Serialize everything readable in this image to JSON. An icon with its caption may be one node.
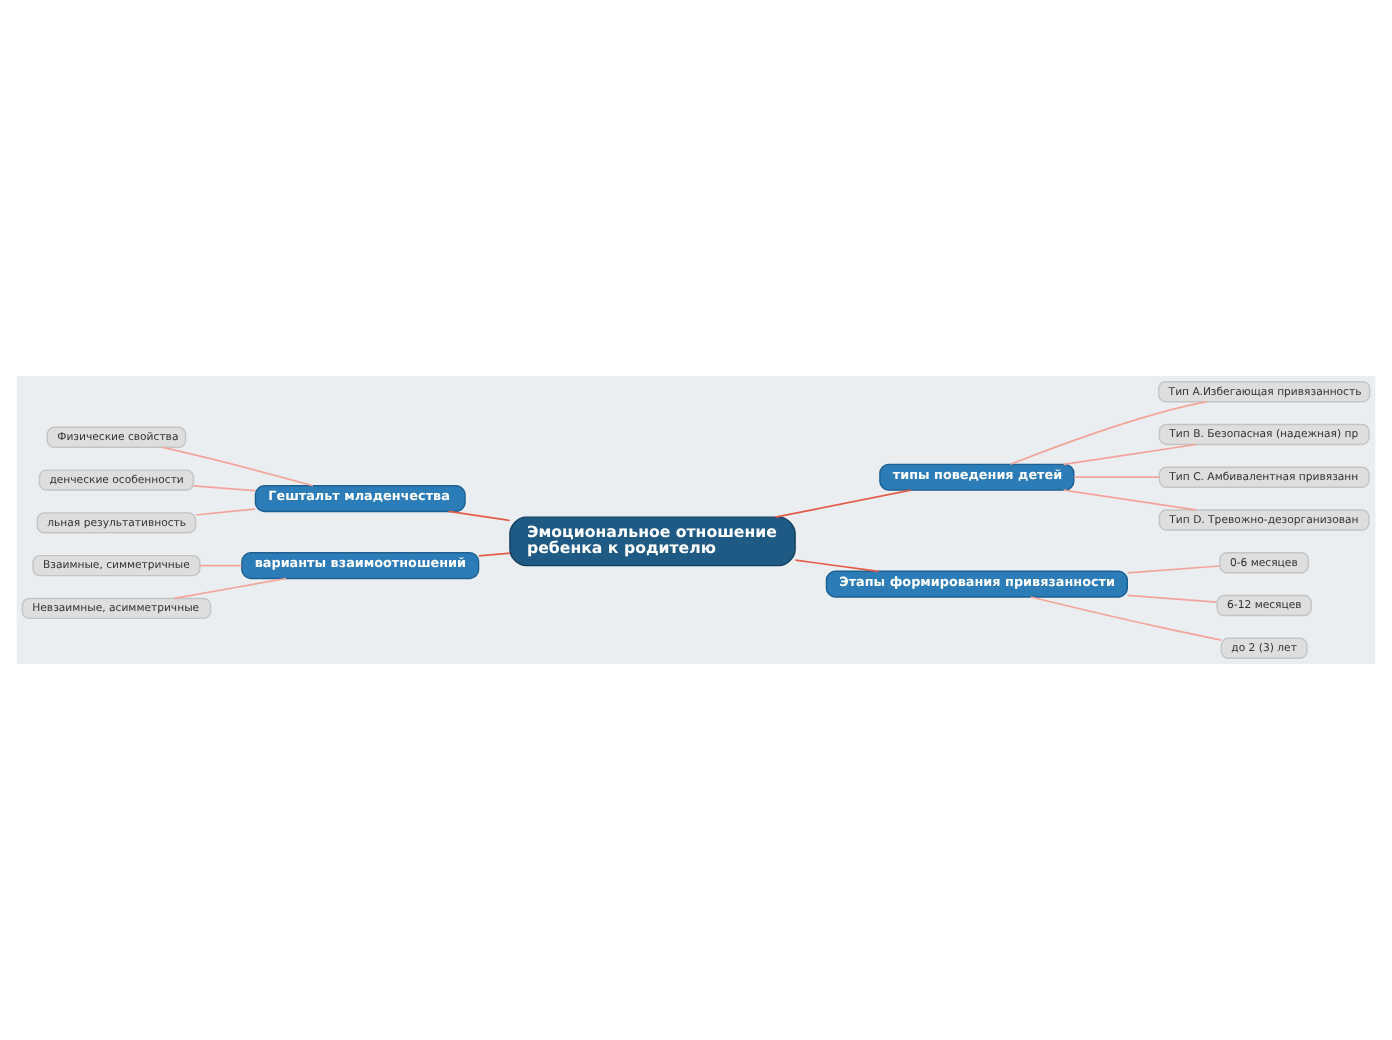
{
  "diagram": {
    "nodes": [
      {
        "text": [
          "Эмоциональное отношение ребенка к родителю"
        ]
      },
      {
        "text": [
          "Гештальт младенчества"
        ]
      },
      {
        "text": [
          "Физические свойства"
        ]
      },
      {
        "text": [
          "денческие особенности"
        ]
      },
      {
        "text": [
          "льная результативность"
        ]
      },
      {
        "text": [
          "типы поведения детей"
        ]
      },
      {
        "text": [
          "Тип A.Избегающая привязанность"
        ]
      },
      {
        "text": [
          "Тип B. Безопасная (надежная) пр"
        ]
      },
      {
        "text": [
          "Тип C. Амбивалентная привязанн"
        ]
      },
      {
        "text": [
          "Тип D. Тревожно-дезорганизован"
        ]
      },
      {
        "text": [
          "варианты взаимоотношений"
        ]
      },
      {
        "text": [
          "Взаимные, симметричные"
        ]
      },
      {
        "text": [
          "Невзаимные, асимметричные"
        ]
      },
      {
        "text": [
          "Этапы формирования привязанности"
        ]
      },
      {
        "text": [
          "0-6 месяцев"
        ]
      },
      {
        "text": [
          "6-12 месяцев"
        ]
      },
      {
        "text": [
          "до 2 (3) лет"
        ]
      }
    ],
    "edges": [
      {
        "from": 1,
        "to": 0,
        "arrow": "none",
        "color": "#e35d4a"
      },
      {
        "from": 2,
        "to": 1,
        "arrow": "none"
      },
      {
        "from": 3,
        "to": 1,
        "arrow": "none"
      },
      {
        "from": 4,
        "to": 1,
        "arrow": "none"
      },
      {
        "from": 0,
        "to": 5,
        "arrow": "none",
        "color": "#e35d4a"
      },
      {
        "from": 5,
        "to": 6,
        "arrow": "none"
      },
      {
        "from": 5,
        "to": 7,
        "arrow": "none"
      },
      {
        "from": 5,
        "to": 8,
        "arrow": "none"
      },
      {
        "from": 5,
        "to": 9,
        "arrow": "none"
      },
      {
        "from": 10,
        "to": 0,
        "arrow": "none",
        "color": "#e35d4a"
      },
      {
        "from": 11,
        "to": 10,
        "arrow": "none"
      },
      {
        "from": 12,
        "to": 10,
        "arrow": "none"
      },
      {
        "from": 0,
        "to": 13,
        "arrow": "none",
        "color": "#e35d4a"
      },
      {
        "from": 13,
        "to": 14,
        "arrow": "none"
      },
      {
        "from": 13,
        "to": 15,
        "arrow": "none"
      },
      {
        "from": 13,
        "to": 16,
        "arrow": "none"
      }
    ]
  }
}
